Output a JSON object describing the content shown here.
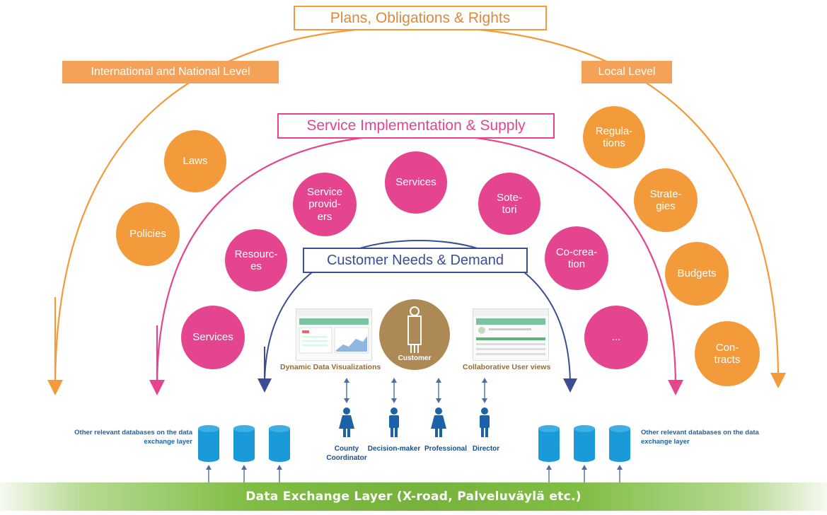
{
  "top_title": "Plans, Obligations & Rights",
  "levels": {
    "left": "International and National Level",
    "right": "Local Level"
  },
  "service_title": "Service Implementation & Supply",
  "customer_title": "Customer Needs & Demand",
  "orange_circles": {
    "laws": "Laws",
    "policies": "Policies",
    "regulations": "Regula-\ntions",
    "strategies": "Strate-\ngies",
    "budgets": "Budgets",
    "contracts": "Con-\ntracts"
  },
  "pink_circles": {
    "services_left": "Services",
    "resources": "Resourc-\nes",
    "service_providers": "Service\nprovid-\ners",
    "services_top": "Services",
    "sote_tori": "Sote-\ntori",
    "co_creation": "Co-crea-\ntion",
    "more": "..."
  },
  "customer_label": "Customer",
  "captions": {
    "left": "Dynamic Data Visualizations",
    "right": "Collaborative User views"
  },
  "roles": {
    "county": "County\nCoordinator",
    "decision": "Decision-maker",
    "professional": "Professional",
    "director": "Director"
  },
  "databases_note_left": "Other relevant databases on the data exchange layer",
  "databases_note_right": "Other relevant databases on the data exchange layer",
  "bottom_bar": "Data Exchange Layer (X-road, Palveluväylä etc.)",
  "colors": {
    "orange": "#f39a3a",
    "pink": "#e5458f",
    "navy": "#3b4e93",
    "customer_brown": "#ad8a55",
    "db_blue": "#1a9ad9",
    "green": "#76b33c"
  }
}
